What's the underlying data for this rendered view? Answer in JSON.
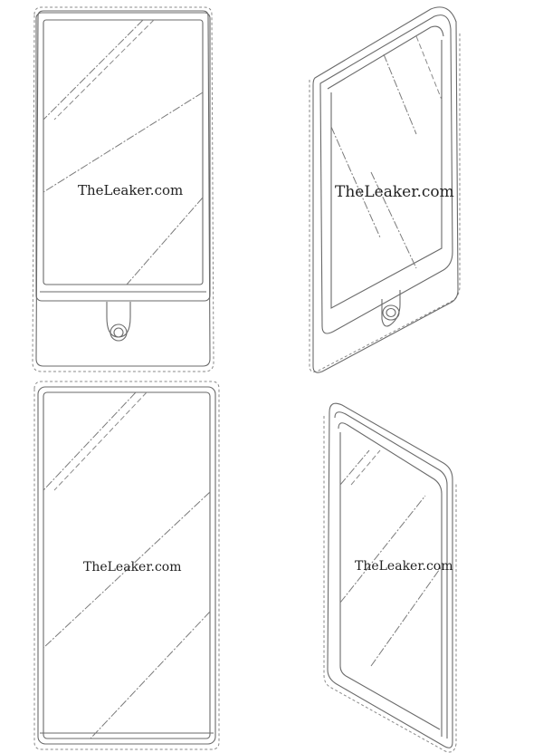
{
  "figures": [
    {
      "id": "fig-front-with-home-button",
      "watermark": "TheLeaker.com"
    },
    {
      "id": "fig-perspective-with-home-button",
      "watermark": "TheLeaker.com"
    },
    {
      "id": "fig-front-full-screen",
      "watermark": "TheLeaker.com"
    },
    {
      "id": "fig-perspective-full-screen",
      "watermark": "TheLeaker.com"
    }
  ]
}
